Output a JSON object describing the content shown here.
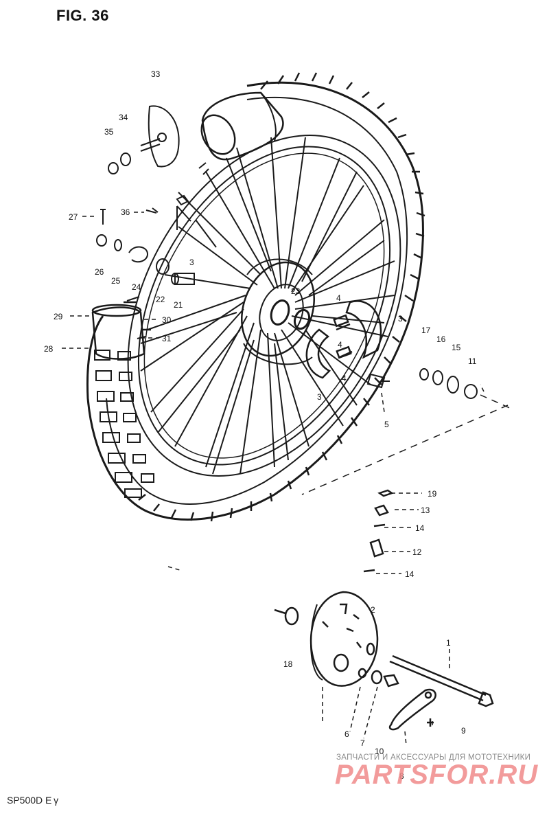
{
  "figure_title": "FIG. 36",
  "model_code": "SP500D E γ",
  "watermark": {
    "tagline": "ЗАПЧАСТИ И АКСЕССУАРЫ ДЛЯ МОТОТЕХНИКИ",
    "brand": "PARTSFOR.RU"
  },
  "callouts": [
    "33",
    "34",
    "35",
    "27",
    "36",
    "26",
    "25",
    "24",
    "22",
    "21",
    "3",
    "29",
    "30",
    "28",
    "31",
    "23",
    "4",
    "4",
    "3",
    "4",
    "3",
    "17",
    "16",
    "15",
    "11",
    "5",
    "19",
    "13",
    "14",
    "12",
    "14",
    "18",
    "2",
    "6",
    "7",
    "10",
    "8",
    "9",
    "1"
  ]
}
